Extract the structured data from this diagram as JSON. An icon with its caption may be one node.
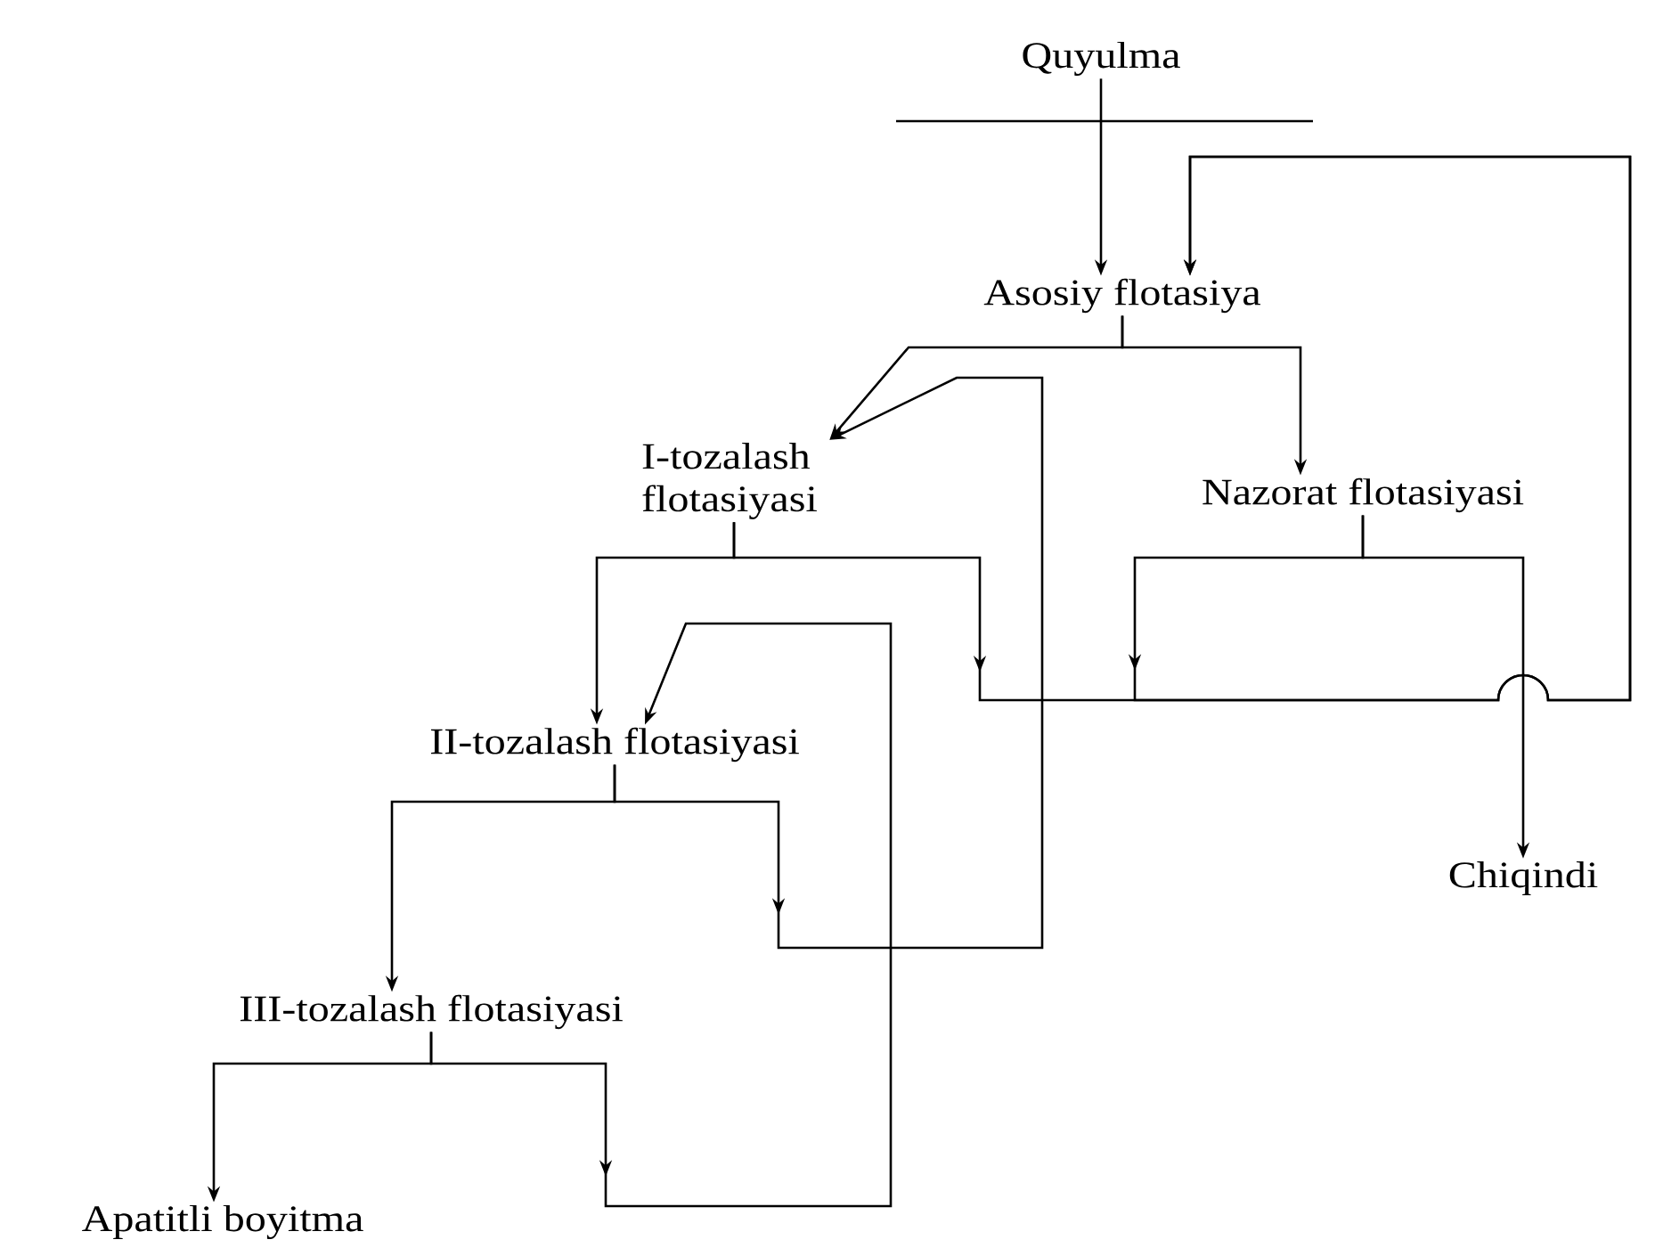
{
  "diagram": {
    "nodes": [
      {
        "text": [
          "Quyulma"
        ]
      },
      {
        "text": [
          "Asosiy flotasiya"
        ]
      },
      {
        "text": [
          "I-tozalash flotasiyasi"
        ]
      },
      {
        "text": [
          "Nazorat flotasiyasi"
        ]
      },
      {
        "text": [
          "II-tozalash flotasiyasi"
        ]
      },
      {
        "text": [
          "III-tozalash flotasiyasi"
        ]
      },
      {
        "text": [
          "Apatitli boyitma"
        ]
      },
      {
        "text": [
          "Chiqindi"
        ]
      }
    ],
    "edges": [
      {
        "from": 0,
        "to": 1,
        "arrow": "to"
      },
      {
        "from": 1,
        "to": 2,
        "arrow": "to"
      },
      {
        "from": 1,
        "to": 3,
        "arrow": "to"
      },
      {
        "from": 2,
        "to": 4,
        "arrow": "to"
      },
      {
        "from": 2,
        "to": 1,
        "arrow": "to"
      },
      {
        "from": 3,
        "to": 1,
        "arrow": "to"
      },
      {
        "from": 3,
        "to": 7,
        "arrow": "to"
      },
      {
        "from": 4,
        "to": 5,
        "arrow": "to"
      },
      {
        "from": 4,
        "to": 2,
        "arrow": "to"
      },
      {
        "from": 5,
        "to": 6,
        "arrow": "to"
      },
      {
        "from": 5,
        "to": 4,
        "arrow": "to"
      }
    ]
  }
}
